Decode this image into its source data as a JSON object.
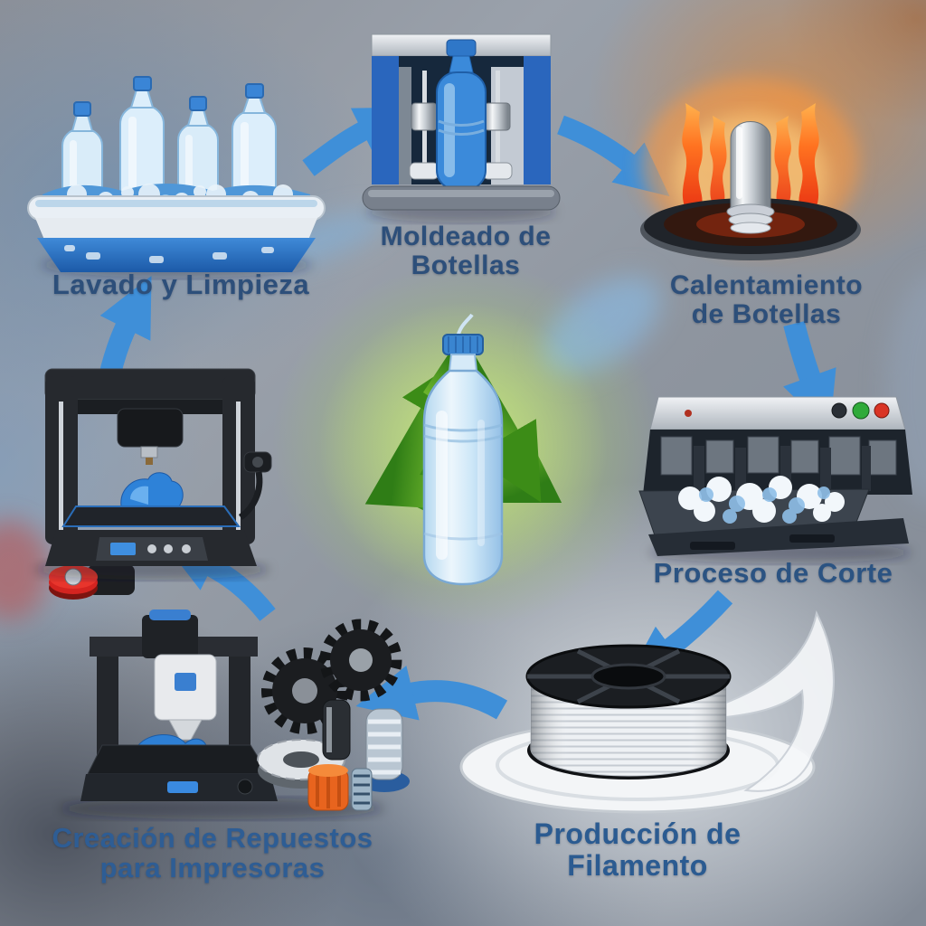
{
  "process": {
    "language": "es",
    "topic": "reciclaje de botellas de plástico a filamento para impresión 3D",
    "center": {
      "symbol": "recycling-arrows",
      "item": "clear-plastic-water-bottle",
      "recycle_green_hex": "#55a41f",
      "glow_hex": "#b6d977"
    },
    "arrow_color_hex": "#3f8fd8",
    "label_color_hex": "#2d4f7a",
    "steps": [
      {
        "name": "lavado-limpieza",
        "lines": [
          "Lavado y Limpieza"
        ],
        "illustration": "bottles-in-washing-tray"
      },
      {
        "name": "moldeado-botellas",
        "lines": [
          "Moldeado de",
          "Botellas"
        ],
        "illustration": "bottle-molding-machine"
      },
      {
        "name": "calentamiento-botellas",
        "lines": [
          "Calentamiento",
          "de Botellas"
        ],
        "illustration": "preform-heating-over-flames"
      },
      {
        "name": "proceso-corte",
        "lines": [
          "Proceso de Corte"
        ],
        "illustration": "plastic-shredding-machine"
      },
      {
        "name": "produccion-filamento",
        "lines": [
          "Producción de Filamento"
        ],
        "illustration": "filament-spool-on-plate"
      },
      {
        "name": "creacion-repuestos",
        "lines": [
          "Creación de Repuestos",
          "para Impresoras"
        ],
        "illustration": "printed-spare-parts-and-mini-printer"
      },
      {
        "name": "impresion-3d",
        "lines": [],
        "illustration": "desktop-3d-printer"
      }
    ],
    "flow": [
      {
        "from": "lavado-limpieza",
        "to": "moldeado-botellas"
      },
      {
        "from": "moldeado-botellas",
        "to": "calentamiento-botellas"
      },
      {
        "from": "calentamiento-botellas",
        "to": "proceso-corte"
      },
      {
        "from": "proceso-corte",
        "to": "produccion-filamento"
      },
      {
        "from": "produccion-filamento",
        "to": "creacion-repuestos"
      },
      {
        "from": "creacion-repuestos",
        "to": "impresion-3d"
      },
      {
        "from": "impresion-3d",
        "to": "lavado-limpieza"
      }
    ]
  }
}
